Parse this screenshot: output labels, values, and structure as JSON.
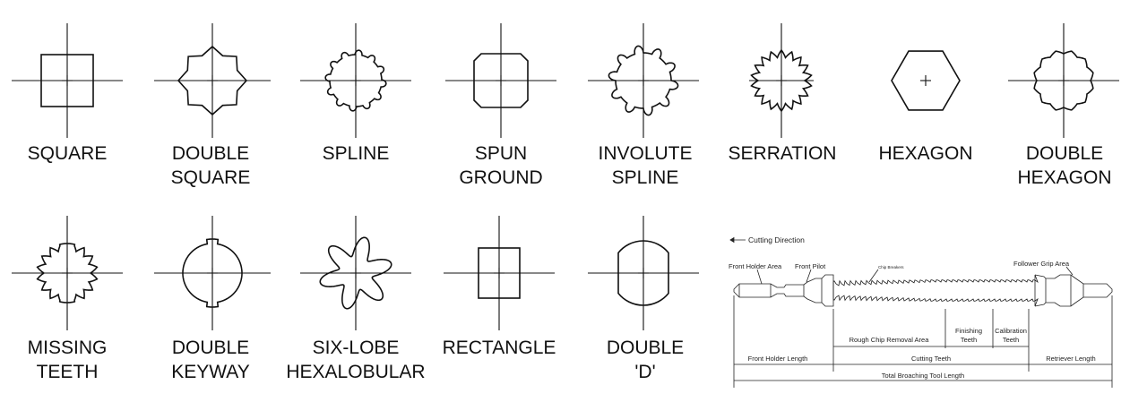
{
  "shapes": {
    "square": [
      "SQUARE",
      ""
    ],
    "double_square": [
      "DOUBLE",
      "SQUARE"
    ],
    "spline": [
      "SPLINE",
      ""
    ],
    "spun_ground": [
      "SPUN",
      "GROUND"
    ],
    "involute_spline": [
      "INVOLUTE",
      "SPLINE"
    ],
    "serration": [
      "SERRATION",
      ""
    ],
    "hexagon": [
      "HEXAGON",
      ""
    ],
    "double_hexagon": [
      "DOUBLE",
      "HEXAGON"
    ],
    "missing_teeth": [
      "MISSING",
      "TEETH"
    ],
    "double_keyway": [
      "DOUBLE",
      "KEYWAY"
    ],
    "six_lobe": [
      "SIX-LOBE",
      "HEXALOBULAR"
    ],
    "rectangle": [
      "RECTANGLE",
      ""
    ],
    "double_d": [
      "DOUBLE",
      "'D'"
    ]
  },
  "broach": {
    "cutting_direction": "Cutting Direction",
    "front_holder_area": "Front Holder Area",
    "front_pilot": "Front Pilot",
    "chip_breakers": "Chip Breakers",
    "follower_grip_area": "Follower Grip Area",
    "rough_chip_removal_area": "Rough Chip Removal Area",
    "finishing_teeth": [
      "Finishing",
      "Teeth"
    ],
    "calibration_teeth": [
      "Calibration",
      "Teeth"
    ],
    "front_holder_length": "Front Holder Length",
    "cutting_teeth": "Cutting Teeth",
    "retriever_length": "Retriever Length",
    "total_length": "Total Broaching Tool Length"
  }
}
